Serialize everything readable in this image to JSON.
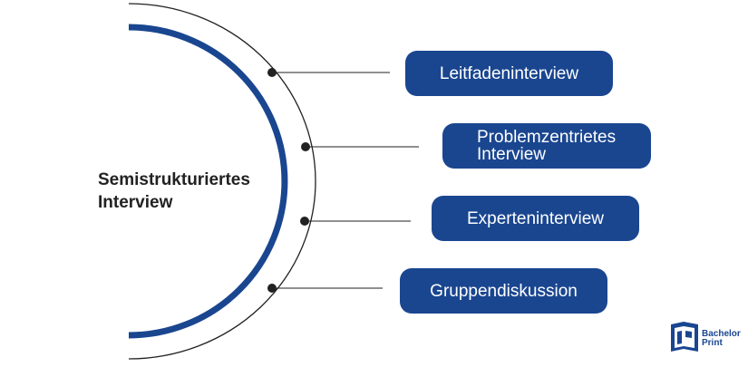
{
  "diagram": {
    "center_label_lines": [
      "Semistrukturiertes",
      "Interview"
    ],
    "items": [
      {
        "label_lines": [
          "Leitfadeninterview"
        ]
      },
      {
        "label_lines": [
          "Problemzentrietes",
          "Interview"
        ]
      },
      {
        "label_lines": [
          "Experteninterview"
        ]
      },
      {
        "label_lines": [
          "Gruppendiskussion"
        ]
      }
    ]
  },
  "logo": {
    "line1": "Bachelor",
    "line2": "Print"
  },
  "colors": {
    "accent": "#1a4690",
    "line": "#222222",
    "text": "#222222"
  }
}
